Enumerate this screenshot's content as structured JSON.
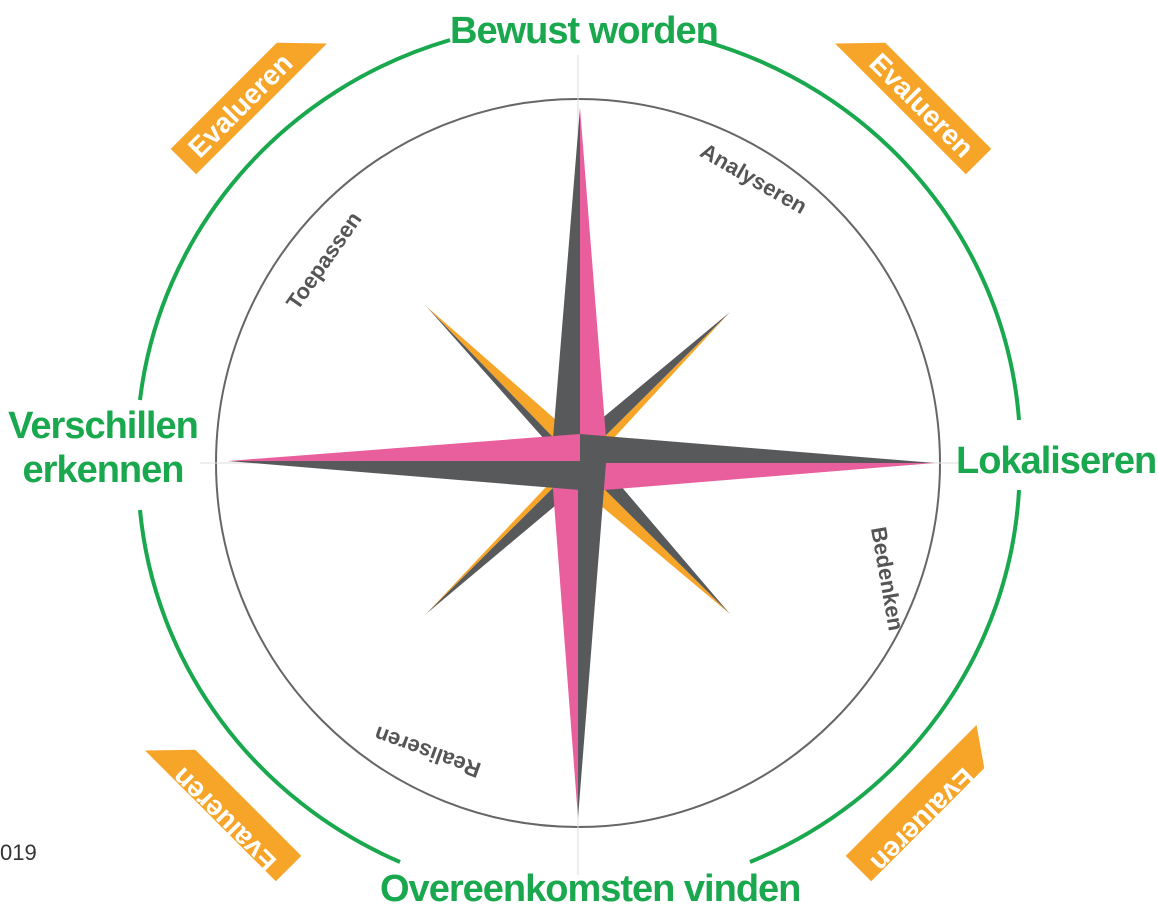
{
  "cardinal": {
    "north": "Bewust worden",
    "east": "Lokaliseren",
    "south": "Overeenkomsten vinden",
    "west_line1": "Verschillen",
    "west_line2": "erkennen"
  },
  "inner_phases": {
    "ne": "Analyseren",
    "se": "Bedenken",
    "sw": "Realiseren",
    "nw": "Toepassen"
  },
  "evaluate_label": "Evalueren",
  "footer_fragment": "019",
  "colors": {
    "green": "#19a84d",
    "orange": "#f7a529",
    "pink": "#e95f9e",
    "dark_gray": "#58595b",
    "text_gray": "#555555",
    "circle_gray": "#666666"
  }
}
